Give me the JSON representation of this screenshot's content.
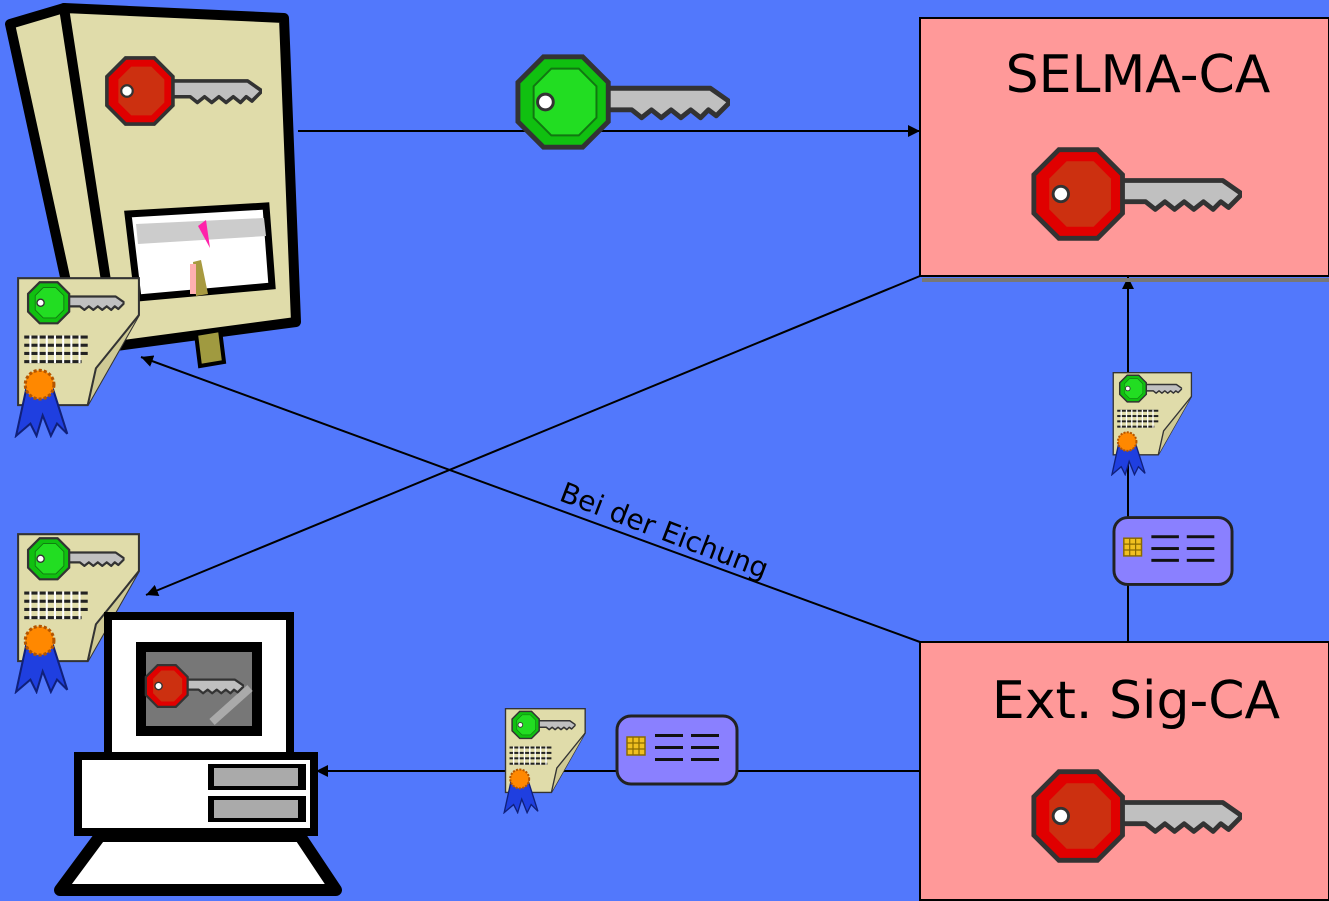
{
  "diagram": {
    "background_color": "#5278fc",
    "selma_ca": {
      "title": "SELMA-CA",
      "fill": "#ff9999",
      "key_icon": "red-key-icon"
    },
    "ext_sig_ca": {
      "title": "Ext. Sig-CA",
      "fill": "#ff9999",
      "key_icon": "red-key-icon"
    },
    "meter_device": {
      "icon": "electricity-meter-icon",
      "key_icon": "red-key-icon"
    },
    "client_computer": {
      "icon": "desktop-computer-icon",
      "key_icon": "red-key-icon"
    },
    "edges": {
      "eichung_label": "Bei der Eichung",
      "public_key_icon": "green-key-icon",
      "certificate_icon": "certificate-icon",
      "smartcard_icon": "smartcard-icon"
    }
  }
}
